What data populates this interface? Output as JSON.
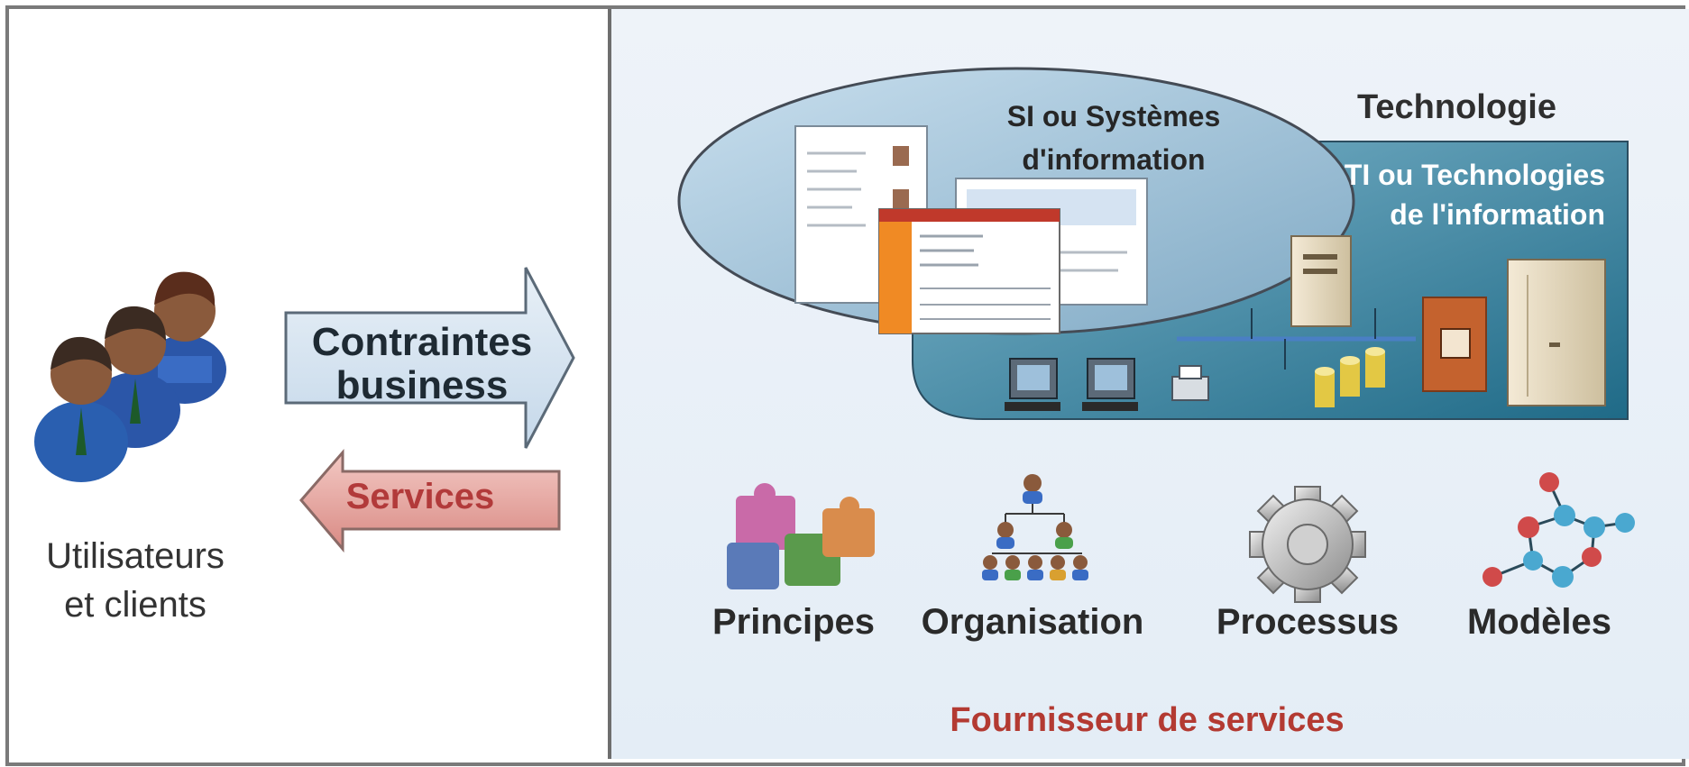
{
  "users": {
    "label_line1": "Utilisateurs",
    "label_line2": "et clients"
  },
  "arrows": {
    "forward_line1": "Contraintes",
    "forward_line2": "business",
    "back": "Services"
  },
  "provider": {
    "si_line1": "SI ou Systèmes",
    "si_line2": "d'information",
    "technology_title": "Technologie",
    "ti_line1": "TI ou Technologies",
    "ti_line2": "de l'information",
    "components": [
      "Principes",
      "Organisation",
      "Processus",
      "Modèles"
    ],
    "footer": "Fournisseur de services"
  },
  "colors": {
    "forward_arrow": "#d4e3f0",
    "back_arrow": "#d98a84",
    "technology_panel": "#2e7a95",
    "footer_text": "#b33a32"
  }
}
